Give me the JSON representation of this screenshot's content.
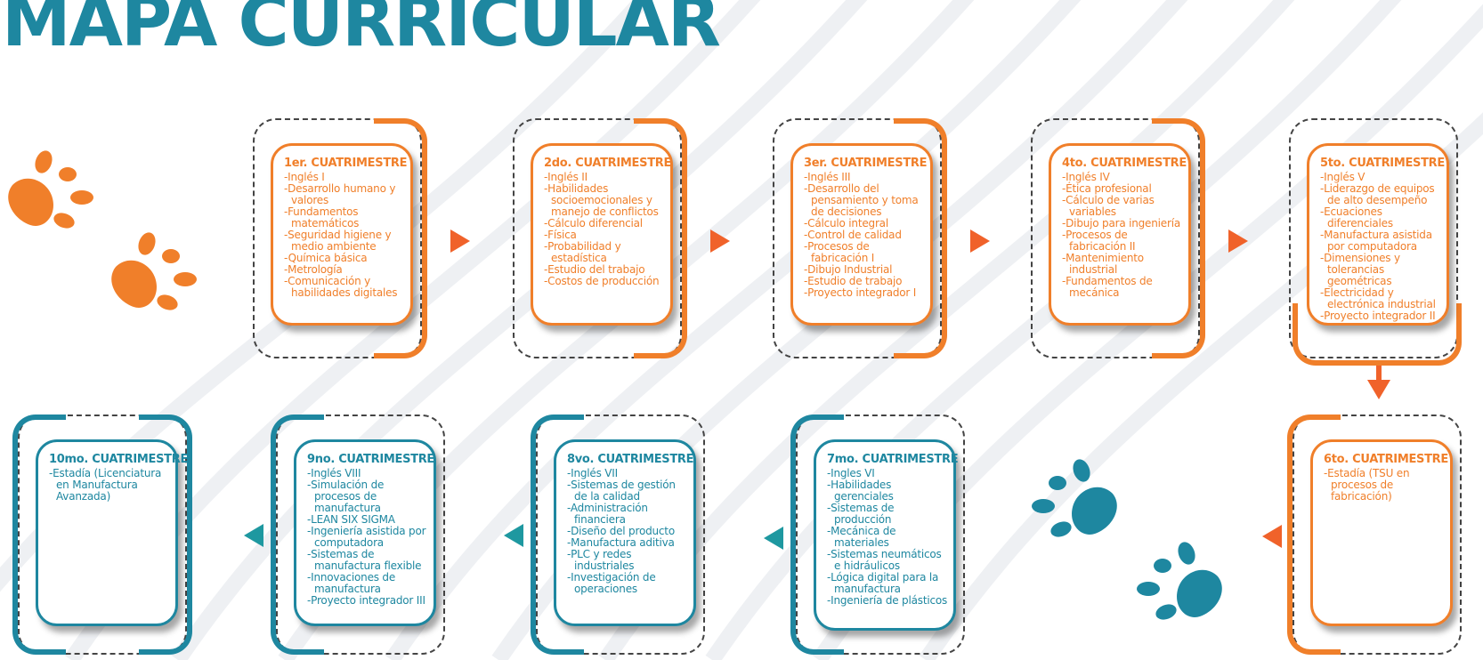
{
  "title": "MAPA CURRICULAR",
  "colors": {
    "orange": "#f07f2a",
    "teal": "#1e87a0",
    "arrow_orange": "#f0622a"
  },
  "cuatrimestres": [
    {
      "label": "1er. CUATRIMESTRE",
      "items": [
        "Inglés I",
        "Desarrollo humano y valores",
        "Fundamentos matemáticos",
        "Seguridad higiene y medio ambiente",
        "Química básica",
        "Metrología",
        "Comunicación y habilidades digitales"
      ]
    },
    {
      "label": "2do. CUATRIMESTRE",
      "items": [
        "Inglés II",
        "Habilidades socioemocionales y manejo de conflictos",
        "Cálculo diferencial",
        "Física",
        "Probabilidad y estadística",
        "Estudio del trabajo",
        "Costos de producción"
      ]
    },
    {
      "label": "3er. CUATRIMESTRE",
      "items": [
        "Inglés III",
        "Desarrollo del pensamiento y toma de decisiones",
        "Cálculo integral",
        "Control de calidad",
        "Procesos de fabricación I",
        "Dibujo Industrial",
        "Estudio de trabajo",
        "Proyecto integrador I"
      ]
    },
    {
      "label": "4to. CUATRIMESTRE",
      "items": [
        "Inglés IV",
        "Ética profesional",
        "Cálculo de varias variables",
        "Dibujo para ingeniería",
        "Procesos de fabricación II",
        "Mantenimiento industrial",
        "Fundamentos de mecánica"
      ]
    },
    {
      "label": "5to. CUATRIMESTRE",
      "items": [
        "Inglés V",
        "Liderazgo de equipos de alto desempeño",
        "Ecuaciones diferenciales",
        "Manufactura asistida por computadora",
        "Dimensiones y tolerancias geométricas",
        "Electricidad y electrónica industrial",
        "Proyecto integrador II"
      ]
    },
    {
      "label": "6to. CUATRIMESTRE",
      "items": [
        "Estadía (TSU en procesos de fabricación)"
      ]
    },
    {
      "label": "7mo. CUATRIMESTRE",
      "items": [
        "Ingles VI",
        "Habilidades gerenciales",
        "Sistemas de producción",
        "Mecánica de materiales",
        "Sistemas neumáticos e hidráulicos",
        "Lógica digital para la manufactura",
        "Ingeniería de plásticos"
      ]
    },
    {
      "label": "8vo. CUATRIMESTRE",
      "items": [
        "Inglés VII",
        "Sistemas de gestión de la calidad",
        "Administración financiera",
        "Diseño del producto",
        "Manufactura aditiva",
        "PLC y redes industriales",
        "Investigación de operaciones"
      ]
    },
    {
      "label": "9no. CUATRIMESTRE",
      "items": [
        "Inglés VIII",
        "Simulación de procesos de manufactura",
        "LEAN SIX SIGMA",
        "Ingeniería asistida por computadora",
        "Sistemas de manufactura flexible",
        "Innovaciones de manufactura",
        "Proyecto integrador III"
      ]
    },
    {
      "label": "10mo. CUATRIMESTRE",
      "items": [
        "Estadía (Licenciatura en Manufactura Avanzada)"
      ]
    }
  ],
  "paw_icons": [
    "paw-icon-orange",
    "paw-icon-teal"
  ]
}
